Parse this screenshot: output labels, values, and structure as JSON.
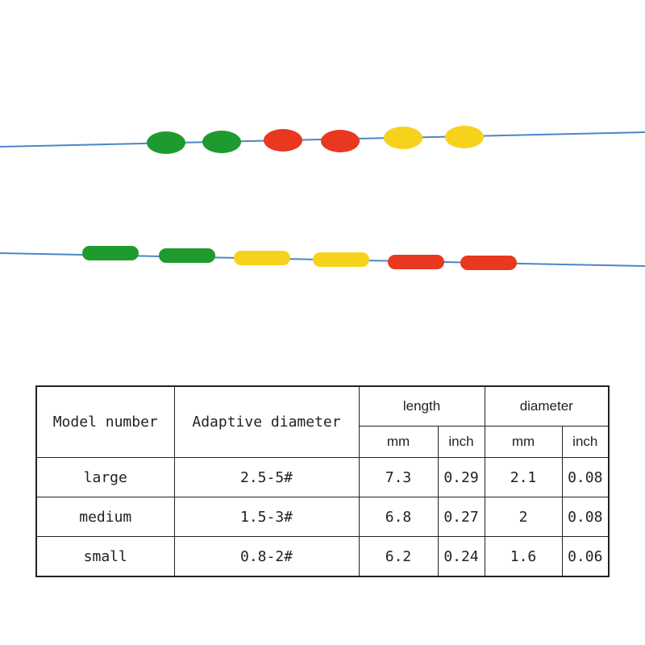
{
  "colors": {
    "line": "#4a86c8",
    "green": "#1f9a2e",
    "red": "#e8381f",
    "yellow": "#f7d21c"
  },
  "strands": [
    {
      "shape": "oval",
      "floats": [
        "green",
        "green",
        "red",
        "red",
        "yellow",
        "yellow"
      ]
    },
    {
      "shape": "capsule",
      "floats": [
        "green",
        "green",
        "yellow",
        "yellow",
        "red",
        "red"
      ]
    }
  ],
  "table": {
    "headers": {
      "model_number": "Model number",
      "adaptive_diameter": "Adaptive diameter",
      "length": "length",
      "diameter": "diameter",
      "length_mm": "mm",
      "length_inch": "inch",
      "diameter_mm": "mm",
      "diameter_inch": "inch"
    },
    "rows": [
      {
        "model": "large",
        "adaptive": "2.5-5#",
        "length_mm": "7.3",
        "length_inch": "0.29",
        "diameter_mm": "2.1",
        "diameter_inch": "0.08"
      },
      {
        "model": "medium",
        "adaptive": "1.5-3#",
        "length_mm": "6.8",
        "length_inch": "0.27",
        "diameter_mm": "2",
        "diameter_inch": "0.08"
      },
      {
        "model": "small",
        "adaptive": "0.8-2#",
        "length_mm": "6.2",
        "length_inch": "0.24",
        "diameter_mm": "1.6",
        "diameter_inch": "0.06"
      }
    ]
  }
}
